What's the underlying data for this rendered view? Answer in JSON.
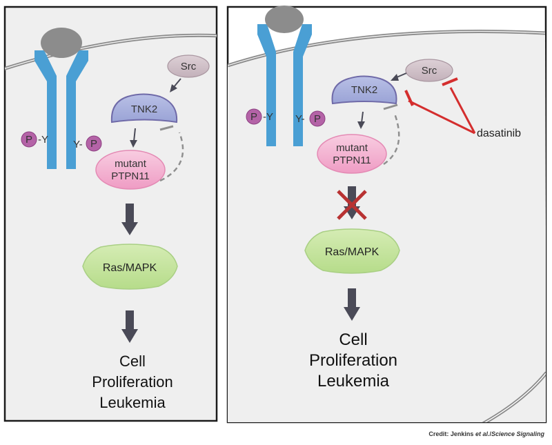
{
  "left_panel": {
    "phospho": {
      "p_left": "P",
      "y_left": "-Y",
      "y_right": "Y-",
      "p_right": "P"
    },
    "src": "Src",
    "tnk2": "TNK2",
    "ptpn11": {
      "line1": "mutant",
      "line2": "PTPN11"
    },
    "ras": "Ras/MAPK",
    "outcome": [
      "Cell",
      "Proliferation",
      "Leukemia"
    ]
  },
  "right_panel": {
    "phospho": {
      "p_left": "P",
      "y_left": "-Y",
      "y_right": "Y-",
      "p_right": "P"
    },
    "src": "Src",
    "tnk2": "TNK2",
    "ptpn11": {
      "line1": "mutant",
      "line2": "PTPN11"
    },
    "inhibitor": "dasatinib",
    "ras": "Ras/MAPK",
    "outcome": [
      "Cell",
      "Proliferation",
      "Leukemia"
    ]
  },
  "credit": {
    "prefix": "Credit: Jenkins ",
    "etal": "et al.",
    "sep": "/",
    "journal": "Science Signaling"
  },
  "colors": {
    "receptor": "#4a9fd4",
    "ligand": "#8c8c8c",
    "phospho": "#b463a7",
    "src": "#cdbcc4",
    "tnk2": "#a3acd9",
    "ptpn11": "#f2a9cc",
    "ras": "#c6e4a0",
    "inhibition": "#d42e2e",
    "arrow": "#4a4a57"
  }
}
